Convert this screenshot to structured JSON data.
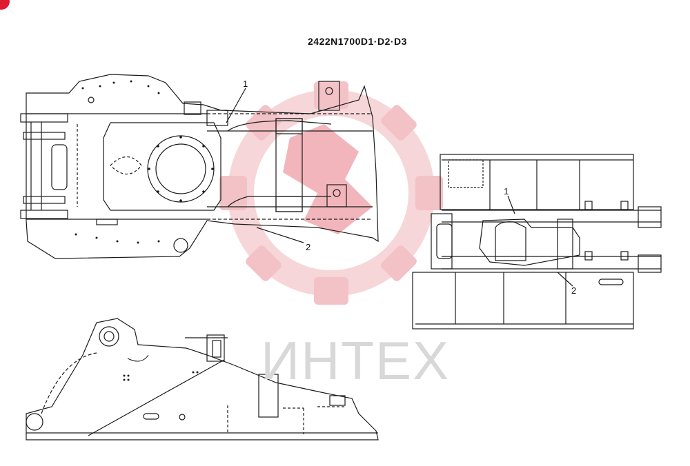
{
  "drawing_number": "2422N1700D1·D2·D3",
  "watermark_text": "ИНТЕХ",
  "callouts": {
    "top_view_1": "1",
    "top_view_2": "2",
    "right_view_1": "1",
    "right_view_2": "2"
  },
  "colors": {
    "line": "#1a1a1a",
    "watermark_red": "#f2c2c6",
    "watermark_gray": "#d8d8d8",
    "corner_badge": "#e01b2f"
  }
}
